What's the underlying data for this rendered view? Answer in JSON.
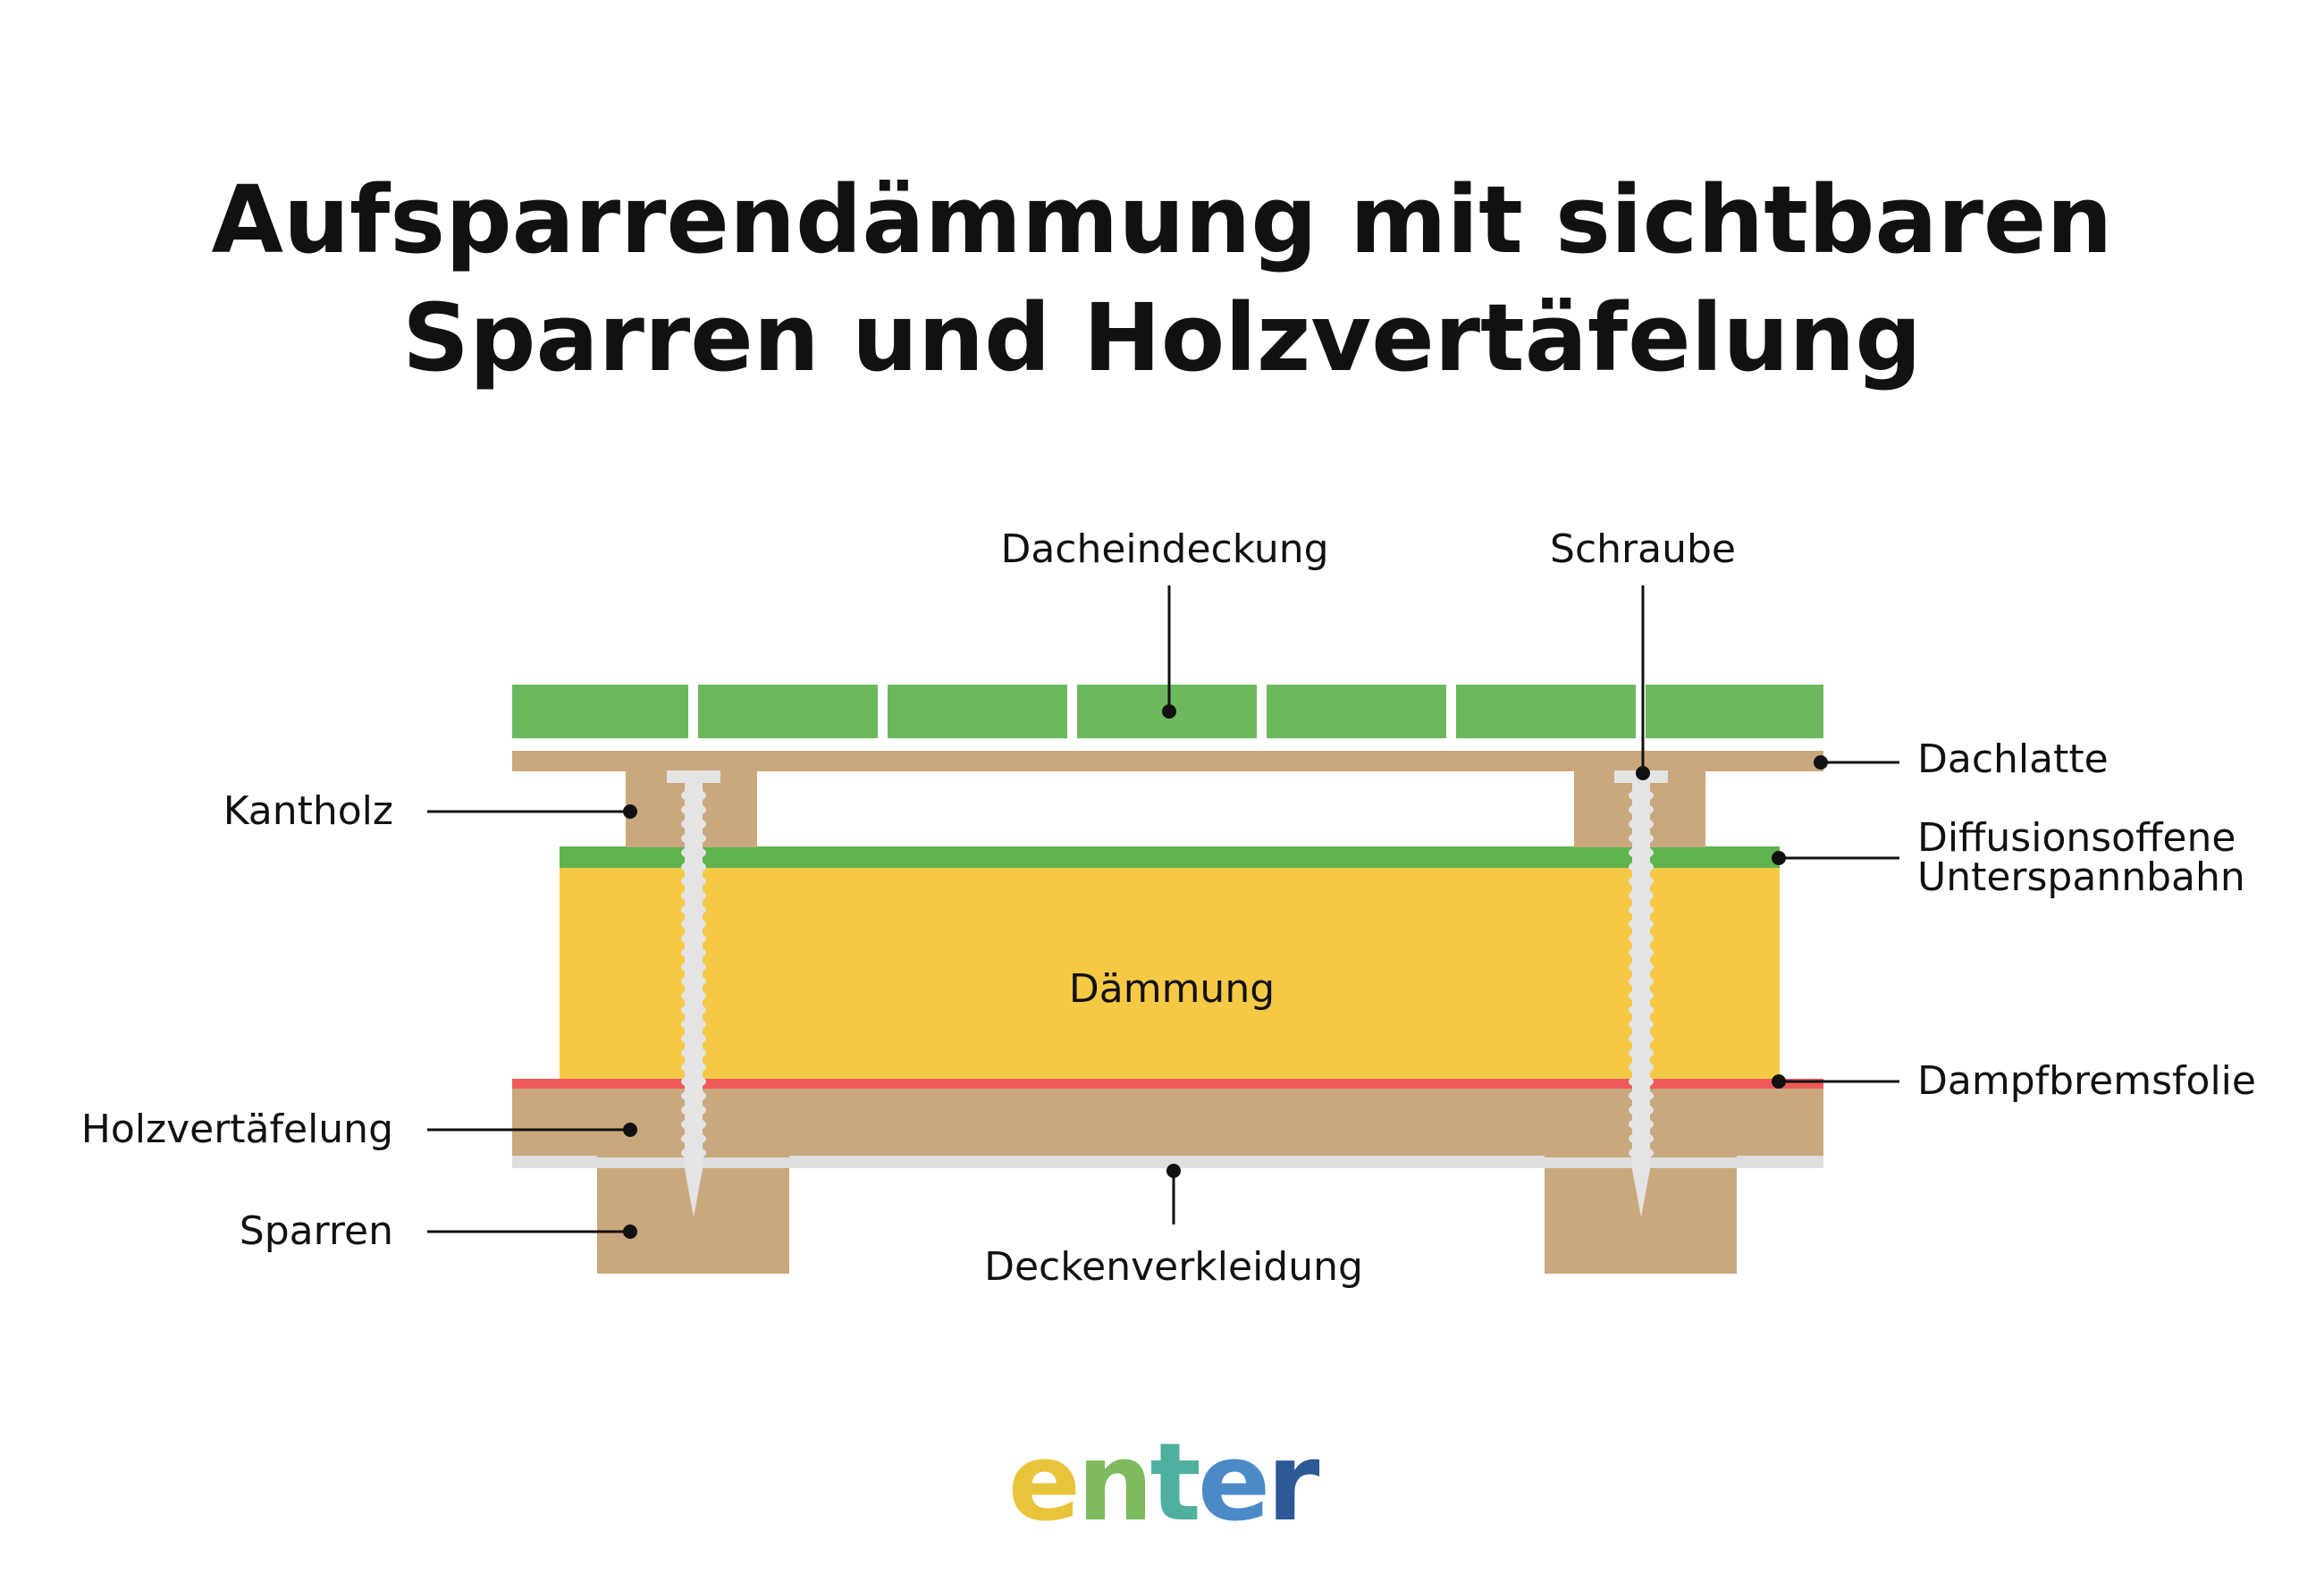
{
  "title": {
    "line1": "Aufsparrendämmung mit sichtbaren",
    "line2": "Sparren und Holzvertäfelung"
  },
  "labels": {
    "dacheindeckung": "Dacheindeckung",
    "schraube": "Schraube",
    "dachlatte": "Dachlatte",
    "kantholz": "Kantholz",
    "unterspannbahn_line1": "Diffusionsoffene",
    "unterspannbahn_line2": "Unterspannbahn",
    "daemmung": "Dämmung",
    "dampfbremsfolie": "Dampfbremsfolie",
    "holzvertaefelung": "Holzvertäfelung",
    "sparren": "Sparren",
    "deckenverkleidung": "Deckenverkleidung"
  },
  "logo": {
    "text": "enter",
    "letters": [
      "e",
      "n",
      "t",
      "e",
      "r"
    ]
  },
  "colors": {
    "roof_tiles": "#6cb85d",
    "wood": "#c9a87e",
    "insulation": "#f5c846",
    "membrane": "#5fb34f",
    "vapor_barrier": "#ee5a5a",
    "ceiling_cladding": "#dedede",
    "screw": "#e4e4e4",
    "leader_line": "#111111",
    "logo_gradient": [
      "#e9c43a",
      "#7dbb5e",
      "#4fb0a0",
      "#4b8ac7",
      "#2d5a96"
    ]
  }
}
